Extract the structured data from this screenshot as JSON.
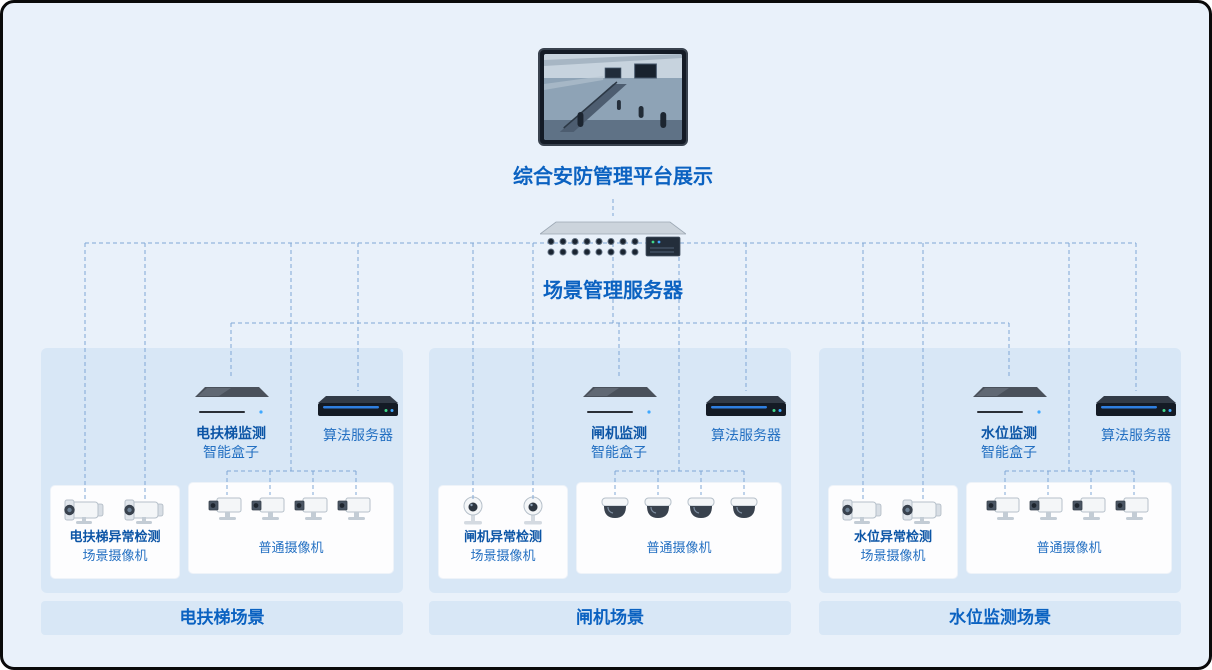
{
  "colors": {
    "background": "#e9f1fa",
    "border": "#0a0a0a",
    "title_blue": "#0b62c1",
    "label_bold_blue": "#0c55a6",
    "label_blue": "#2470c2",
    "line_blue": "#7fa7d6",
    "scene_fill": "#d8e7f6"
  },
  "platform": {
    "title": "综合安防管理平台展示"
  },
  "management_server": {
    "title": "场景管理服务器"
  },
  "scenes": [
    {
      "footer": "电扶梯场景",
      "smartbox": {
        "title": "电扶梯监测",
        "subtitle": "智能盒子"
      },
      "algo_server": {
        "label": "算法服务器"
      },
      "scene_cameras": {
        "line1": "电扶梯异常检测",
        "line2": "场景摄像机",
        "count": 2,
        "type": "bullet"
      },
      "normal_cameras": {
        "label": "普通摄像机",
        "count": 4,
        "type": "box"
      }
    },
    {
      "footer": "闸机场景",
      "smartbox": {
        "title": "闸机监测",
        "subtitle": "智能盒子"
      },
      "algo_server": {
        "label": "算法服务器"
      },
      "scene_cameras": {
        "line1": "闸机异常检测",
        "line2": "场景摄像机",
        "count": 2,
        "type": "eyeball"
      },
      "normal_cameras": {
        "label": "普通摄像机",
        "count": 4,
        "type": "dome"
      }
    },
    {
      "footer": "水位监测场景",
      "smartbox": {
        "title": "水位监测",
        "subtitle": "智能盒子"
      },
      "algo_server": {
        "label": "算法服务器"
      },
      "scene_cameras": {
        "line1": "水位异常检测",
        "line2": "场景摄像机",
        "count": 2,
        "type": "bullet"
      },
      "normal_cameras": {
        "label": "普通摄像机",
        "count": 4,
        "type": "box"
      }
    }
  ]
}
